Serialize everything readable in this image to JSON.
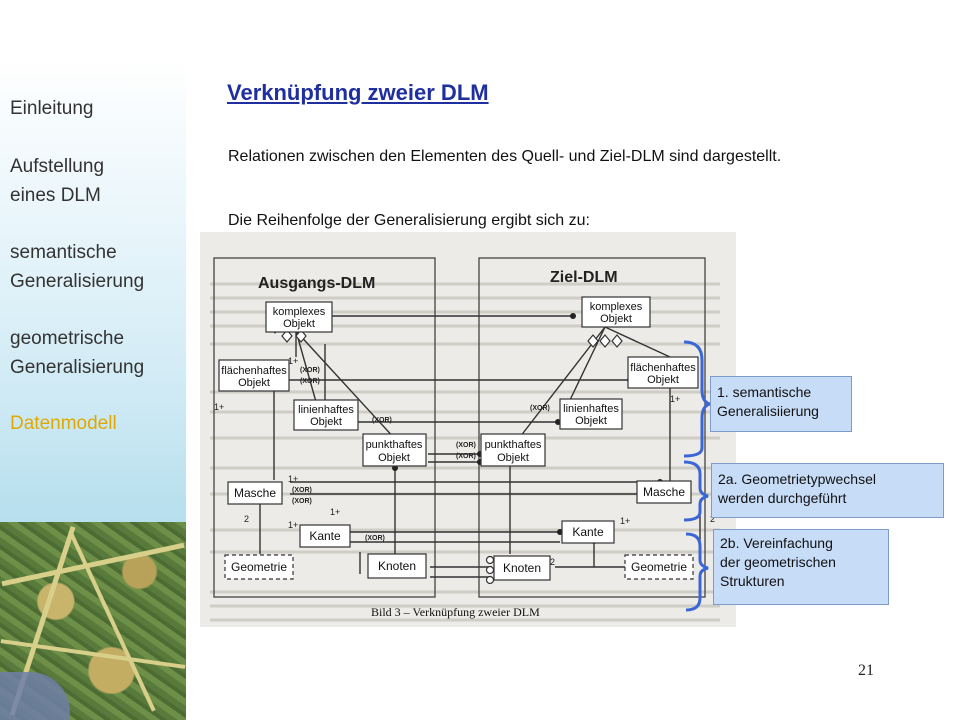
{
  "sidebar": {
    "items": [
      {
        "label": "Einleitung"
      },
      {
        "label": "Aufstellung eines DLM",
        "lines": [
          "Aufstellung",
          "eines DLM"
        ]
      },
      {
        "label": "semantische Generalisierung",
        "lines": [
          "semantische",
          "Generalisierung"
        ]
      },
      {
        "label": "geometrische Generalisierung",
        "lines": [
          "geometrische",
          "Generalisierung"
        ]
      },
      {
        "label": "Datenmodell",
        "active": true
      }
    ],
    "colors": {
      "text": "#333333",
      "active": "#e0a800"
    }
  },
  "main": {
    "title": "Verknüpfung zweier DLM",
    "paragraph1": "Relationen zwischen den Elementen des Quell- und Ziel-DLM sind dargestellt.",
    "paragraph2": "Die Reihenfolge der Generalisierung ergibt sich zu:"
  },
  "diagram": {
    "left_header": "Ausgangs-DLM",
    "right_header": "Ziel-DLM",
    "caption": "Bild 3 – Verknüpfung zweier DLM",
    "left_nodes": {
      "komplex": [
        "komplexes",
        "Objekt"
      ],
      "flaechen": [
        "flächenhaftes",
        "Objekt"
      ],
      "linien": [
        "linienhaftes",
        "Objekt"
      ],
      "punkt": [
        "punkthaftes",
        "Objekt"
      ],
      "masche": "Masche",
      "kante": "Kante",
      "geometrie": "Geometrie",
      "knoten": "Knoten"
    },
    "right_nodes": {
      "komplex": [
        "komplexes",
        "Objekt"
      ],
      "flaechen": [
        "flächenhaftes",
        "Objekt"
      ],
      "linien": [
        "linienhaftes",
        "Objekt"
      ],
      "punkt": [
        "punkthaftes",
        "Objekt"
      ],
      "masche": "Masche",
      "kante": "Kante",
      "geometrie": "Geometrie",
      "knoten": "Knoten"
    },
    "labels": {
      "xor": "(XOR)",
      "one_plus": "1+",
      "two": "2"
    }
  },
  "callouts": [
    {
      "lines": [
        "1. semantische",
        "Generalisiierung"
      ]
    },
    {
      "lines": [
        "2a. Geometrietypwechsel",
        "werden durchgeführt"
      ]
    },
    {
      "lines": [
        "2b. Vereinfachung",
        "der geometrischen",
        "Strukturen"
      ]
    }
  ],
  "page_number": "21",
  "colors": {
    "title": "#1f2fa0",
    "callout_bg": "#c7dcf7",
    "bracket": "#3b66d6"
  }
}
